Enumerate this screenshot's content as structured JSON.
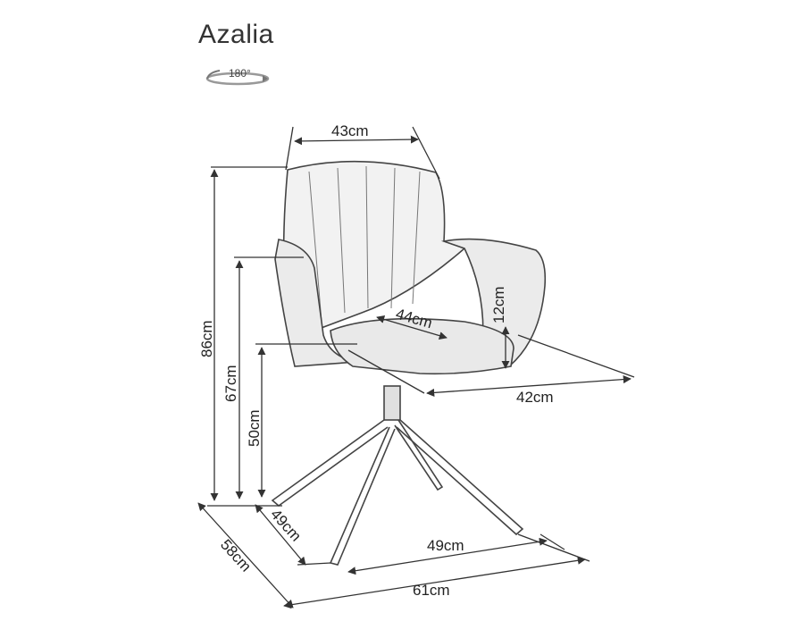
{
  "product": {
    "name": "Azalia",
    "rotation_label": "180°"
  },
  "dimensions": {
    "back_width": "43cm",
    "total_height": "86cm",
    "armrest_height": "67cm",
    "seat_height": "50cm",
    "seat_width": "44cm",
    "armrest_above_seat": "12cm",
    "seat_depth": "42cm",
    "base_depth": "49cm",
    "base_width": "49cm",
    "overall_depth": "58cm",
    "overall_width": "61cm"
  },
  "colors": {
    "line": "#333333",
    "fill": "#f0f0f0"
  }
}
